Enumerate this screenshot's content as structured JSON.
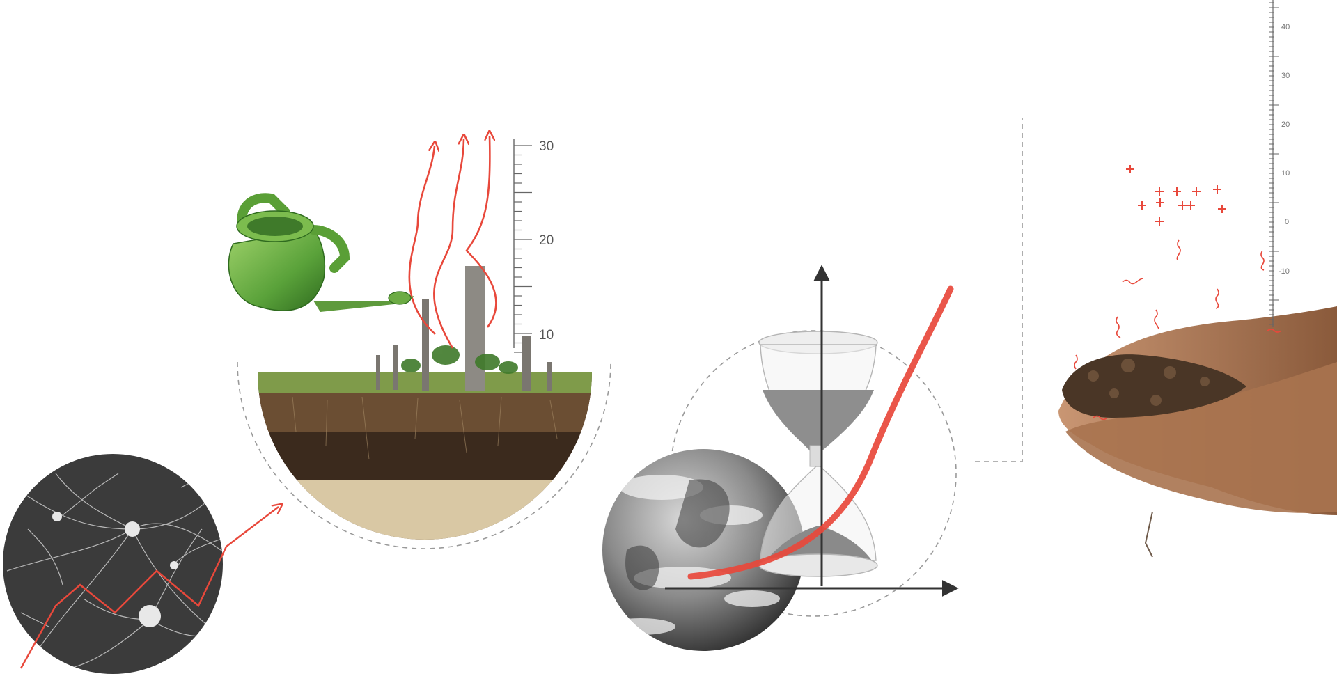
{
  "colors": {
    "accent": "#e8483b",
    "dash": "#9a9a9a",
    "axis": "#333333",
    "scale": "#666666"
  },
  "scale_soil": {
    "labels": [
      "30",
      "20",
      "10"
    ]
  },
  "scale_right": {
    "labels": [
      "40",
      "30",
      "20",
      "10",
      "0",
      "-10"
    ]
  },
  "icons": [
    "fungal-network-icon",
    "watering-can-icon",
    "soil-profile-icon",
    "globe-icon",
    "hourglass-icon",
    "hands-with-soil-icon",
    "arrow-up-icon"
  ]
}
